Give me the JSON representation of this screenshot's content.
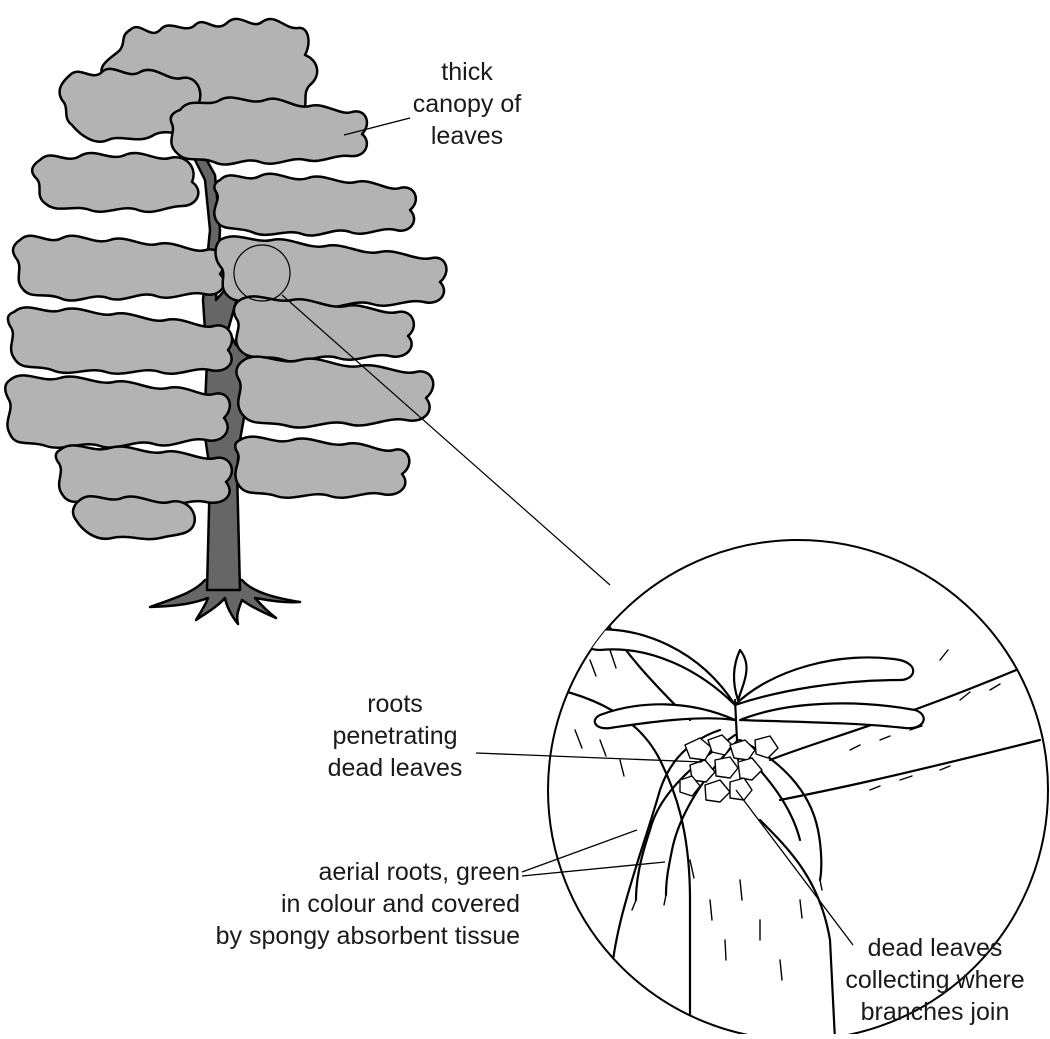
{
  "labels": {
    "canopy": [
      "thick",
      "canopy of",
      "leaves"
    ],
    "roots_penetrating": [
      "roots",
      "penetrating",
      "dead leaves"
    ],
    "aerial_roots": [
      "aerial roots, green",
      "in colour and covered",
      "by spongy absorbent tissue"
    ],
    "dead_leaves": [
      "dead leaves",
      "collecting where",
      "branches join"
    ]
  },
  "colors": {
    "canopy_fill": "#b3b3b3",
    "trunk_fill": "#666666",
    "outline": "#000000"
  }
}
